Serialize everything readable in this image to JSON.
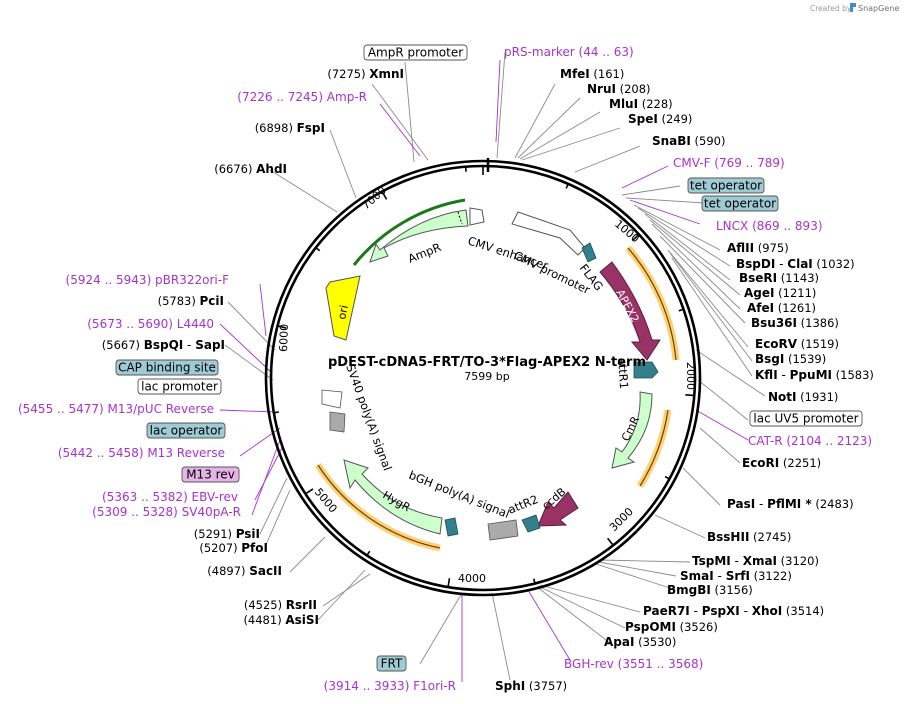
{
  "credit": {
    "prefix": "Created by",
    "brand": "SnapGene"
  },
  "map": {
    "name": "pDEST-cDNA5-FRT/TO-3*Flag-APEX2 N-term",
    "size": "7599 bp",
    "length": 7599
  },
  "ticks": [
    "1000",
    "2000",
    "3000",
    "4000",
    "5000",
    "6000",
    "7000"
  ],
  "colors": {
    "primer": "#a633cc",
    "ampr": "#ccffcc",
    "apex2": "#993366",
    "orf_outline": "#ffaa00",
    "teal": "#33808c"
  },
  "enzymes": [
    {
      "name": "MfeI",
      "pos": "(161)"
    },
    {
      "name": "NruI",
      "pos": "(208)"
    },
    {
      "name": "MluI",
      "pos": "(228)"
    },
    {
      "name": "SpeI",
      "pos": "(249)"
    },
    {
      "name": "SnaBI",
      "pos": "(590)"
    },
    {
      "name": "AflII",
      "pos": "(975)"
    },
    {
      "name": "BspDI - ClaI",
      "pos": "(1032)"
    },
    {
      "name": "BseRI",
      "pos": "(1143)"
    },
    {
      "name": "AgeI",
      "pos": "(1211)"
    },
    {
      "name": "AfeI",
      "pos": "(1261)"
    },
    {
      "name": "Bsu36I",
      "pos": "(1386)"
    },
    {
      "name": "EcoRV",
      "pos": "(1519)"
    },
    {
      "name": "BsgI",
      "pos": "(1539)"
    },
    {
      "name": "KflI - PpuMI",
      "pos": "(1583)"
    },
    {
      "name": "NotI",
      "pos": "(1931)"
    },
    {
      "name": "EcoRI",
      "pos": "(2251)"
    },
    {
      "name": "PasI - PflMI *",
      "pos": "(2483)"
    },
    {
      "name": "BssHII",
      "pos": "(2745)"
    },
    {
      "name": "TspMI - XmaI",
      "pos": "(3120)"
    },
    {
      "name": "SmaI - SrfI",
      "pos": "(3122)"
    },
    {
      "name": "BmgBI",
      "pos": "(3156)"
    },
    {
      "name": "PaeR7I - PspXI - XhoI",
      "pos": "(3514)"
    },
    {
      "name": "PspOMI",
      "pos": "(3526)"
    },
    {
      "name": "ApaI",
      "pos": "(3530)"
    },
    {
      "name": "SphI",
      "pos": "(3757)"
    },
    {
      "name": "AsiSI",
      "pos": "(4481)"
    },
    {
      "name": "RsrII",
      "pos": "(4525)"
    },
    {
      "name": "SacII",
      "pos": "(4897)"
    },
    {
      "name": "PfoI",
      "pos": "(5207)"
    },
    {
      "name": "PsiI",
      "pos": "(5291)"
    },
    {
      "name": "BspQI - SapI",
      "pos": "(5667)"
    },
    {
      "name": "PciI",
      "pos": "(5783)"
    },
    {
      "name": "AhdI",
      "pos": "(6676)"
    },
    {
      "name": "FspI",
      "pos": "(6898)"
    },
    {
      "name": "XmnI",
      "pos": "(7275)"
    }
  ],
  "primers": [
    {
      "name": "pRS-marker",
      "range": "(44 .. 63)"
    },
    {
      "name": "CMV-F",
      "range": "(769 .. 789)"
    },
    {
      "name": "LNCX",
      "range": "(869 .. 893)"
    },
    {
      "name": "CAT-R",
      "range": "(2104 .. 2123)"
    },
    {
      "name": "BGH-rev",
      "range": "(3551 .. 3568)"
    },
    {
      "name": "F1ori-R",
      "range": "(3914 .. 3933)"
    },
    {
      "name": "SV40pA-R",
      "range": "(5309 .. 5328)"
    },
    {
      "name": "EBV-rev",
      "range": "(5363 .. 5382)"
    },
    {
      "name": "M13 Reverse",
      "range": "(5442 .. 5458)"
    },
    {
      "name": "M13/pUC Reverse",
      "range": "(5455 .. 5477)"
    },
    {
      "name": "L4440",
      "range": "(5673 .. 5690)"
    },
    {
      "name": "pBR322ori-F",
      "range": "(5924 .. 5943)"
    },
    {
      "name": "Amp-R",
      "range": "(7226 .. 7245)"
    }
  ],
  "boxed_labels": [
    {
      "text": "AmpR promoter",
      "fill": "#ffffff"
    },
    {
      "text": "tet operator",
      "fill": "#9ecbd6"
    },
    {
      "text": "tet operator",
      "fill": "#9ecbd6"
    },
    {
      "text": "lac UV5 promoter",
      "fill": "#ffffff"
    },
    {
      "text": "CAP binding site",
      "fill": "#9ecbd6"
    },
    {
      "text": "lac promoter",
      "fill": "#ffffff"
    },
    {
      "text": "lac operator",
      "fill": "#9ecbd6"
    },
    {
      "text": "M13 rev",
      "fill": "#e6b3e6"
    },
    {
      "text": "FRT",
      "fill": "#9ecbd6"
    }
  ],
  "features": {
    "cmv_enhancer": "CMV enhancer",
    "cmv_promoter": "CMV promoter",
    "flag": "FLAG",
    "apex2": "APEX2",
    "attr1": "attR1",
    "cmr": "CmR",
    "ccdb": "ccdB",
    "attr2": "attR2",
    "bgh": "bGH poly(A) signal",
    "hygr": "HygR",
    "sv40": "SV40 poly(A) signal",
    "ori": "ori",
    "ampr": "AmpR"
  }
}
